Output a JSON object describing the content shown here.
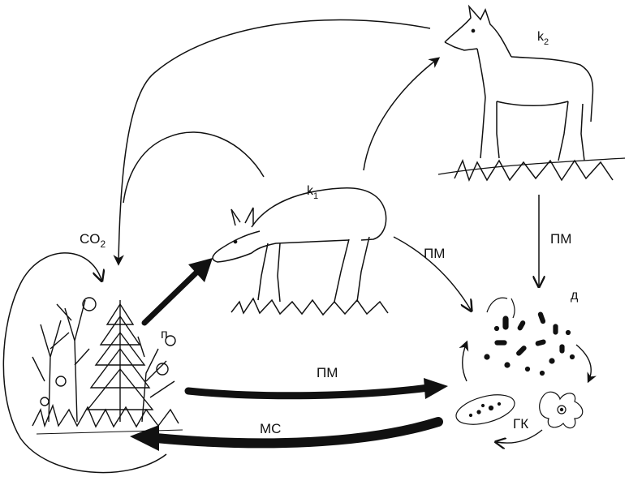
{
  "nodes": {
    "producers": {
      "label": "п"
    },
    "consumer1": {
      "label": "k",
      "sub": "1"
    },
    "consumer2": {
      "label": "k",
      "sub": "2"
    },
    "decomposers": {
      "label": "д"
    }
  },
  "labels": {
    "co2": {
      "main": "CO",
      "sub": "2"
    },
    "pm_center": "ПМ",
    "pm_right": "ПМ",
    "pm_bottom": "ПМ",
    "ms": "МС",
    "gk": "ГК"
  }
}
